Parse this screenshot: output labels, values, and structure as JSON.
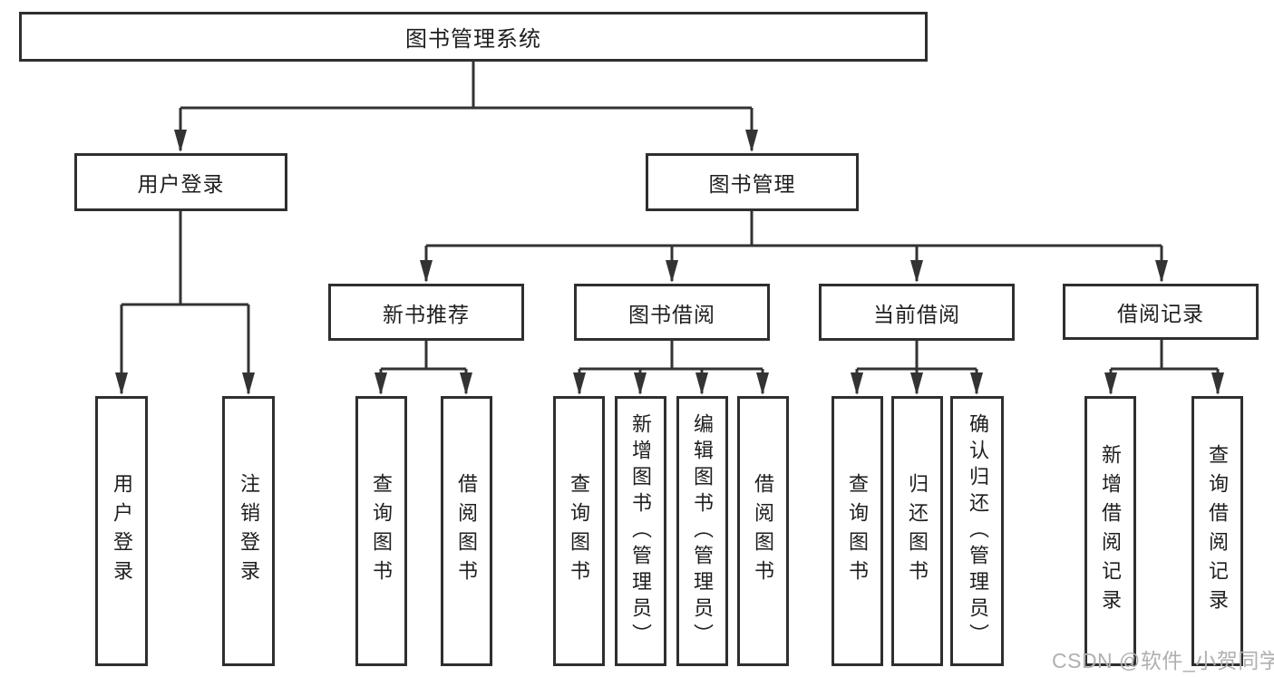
{
  "diagram": {
    "title": "图书管理系统",
    "nodes": {
      "root": "图书管理系统",
      "user_login": "用户登录",
      "book_mgmt": "图书管理",
      "new_book_rec": "新书推荐",
      "book_borrow": "图书借阅",
      "current_borrow": "当前借阅",
      "borrow_records": "借阅记录"
    },
    "leaves": {
      "login": "用户登录",
      "logout": "注销登录",
      "nb_query": "查询图书",
      "nb_borrow": "借阅图书",
      "bb_query": "查询图书",
      "bb_add": "新增图书（管理员）",
      "bb_edit": "编辑图书（管理员）",
      "bb_borrow": "借阅图书",
      "cb_query": "查询图书",
      "cb_return": "归还图书",
      "cb_confirm": "确认归还（管理员）",
      "br_add": "新增借阅记录",
      "br_query": "查询借阅记录"
    }
  },
  "watermark": {
    "text": "CSDN @软件_小贺同学"
  },
  "colors": {
    "line": "#333333",
    "box_border": "#2f2f2f",
    "text": "#1e1e1e",
    "watermark": "#b0b0b0",
    "background": "#ffffff"
  }
}
